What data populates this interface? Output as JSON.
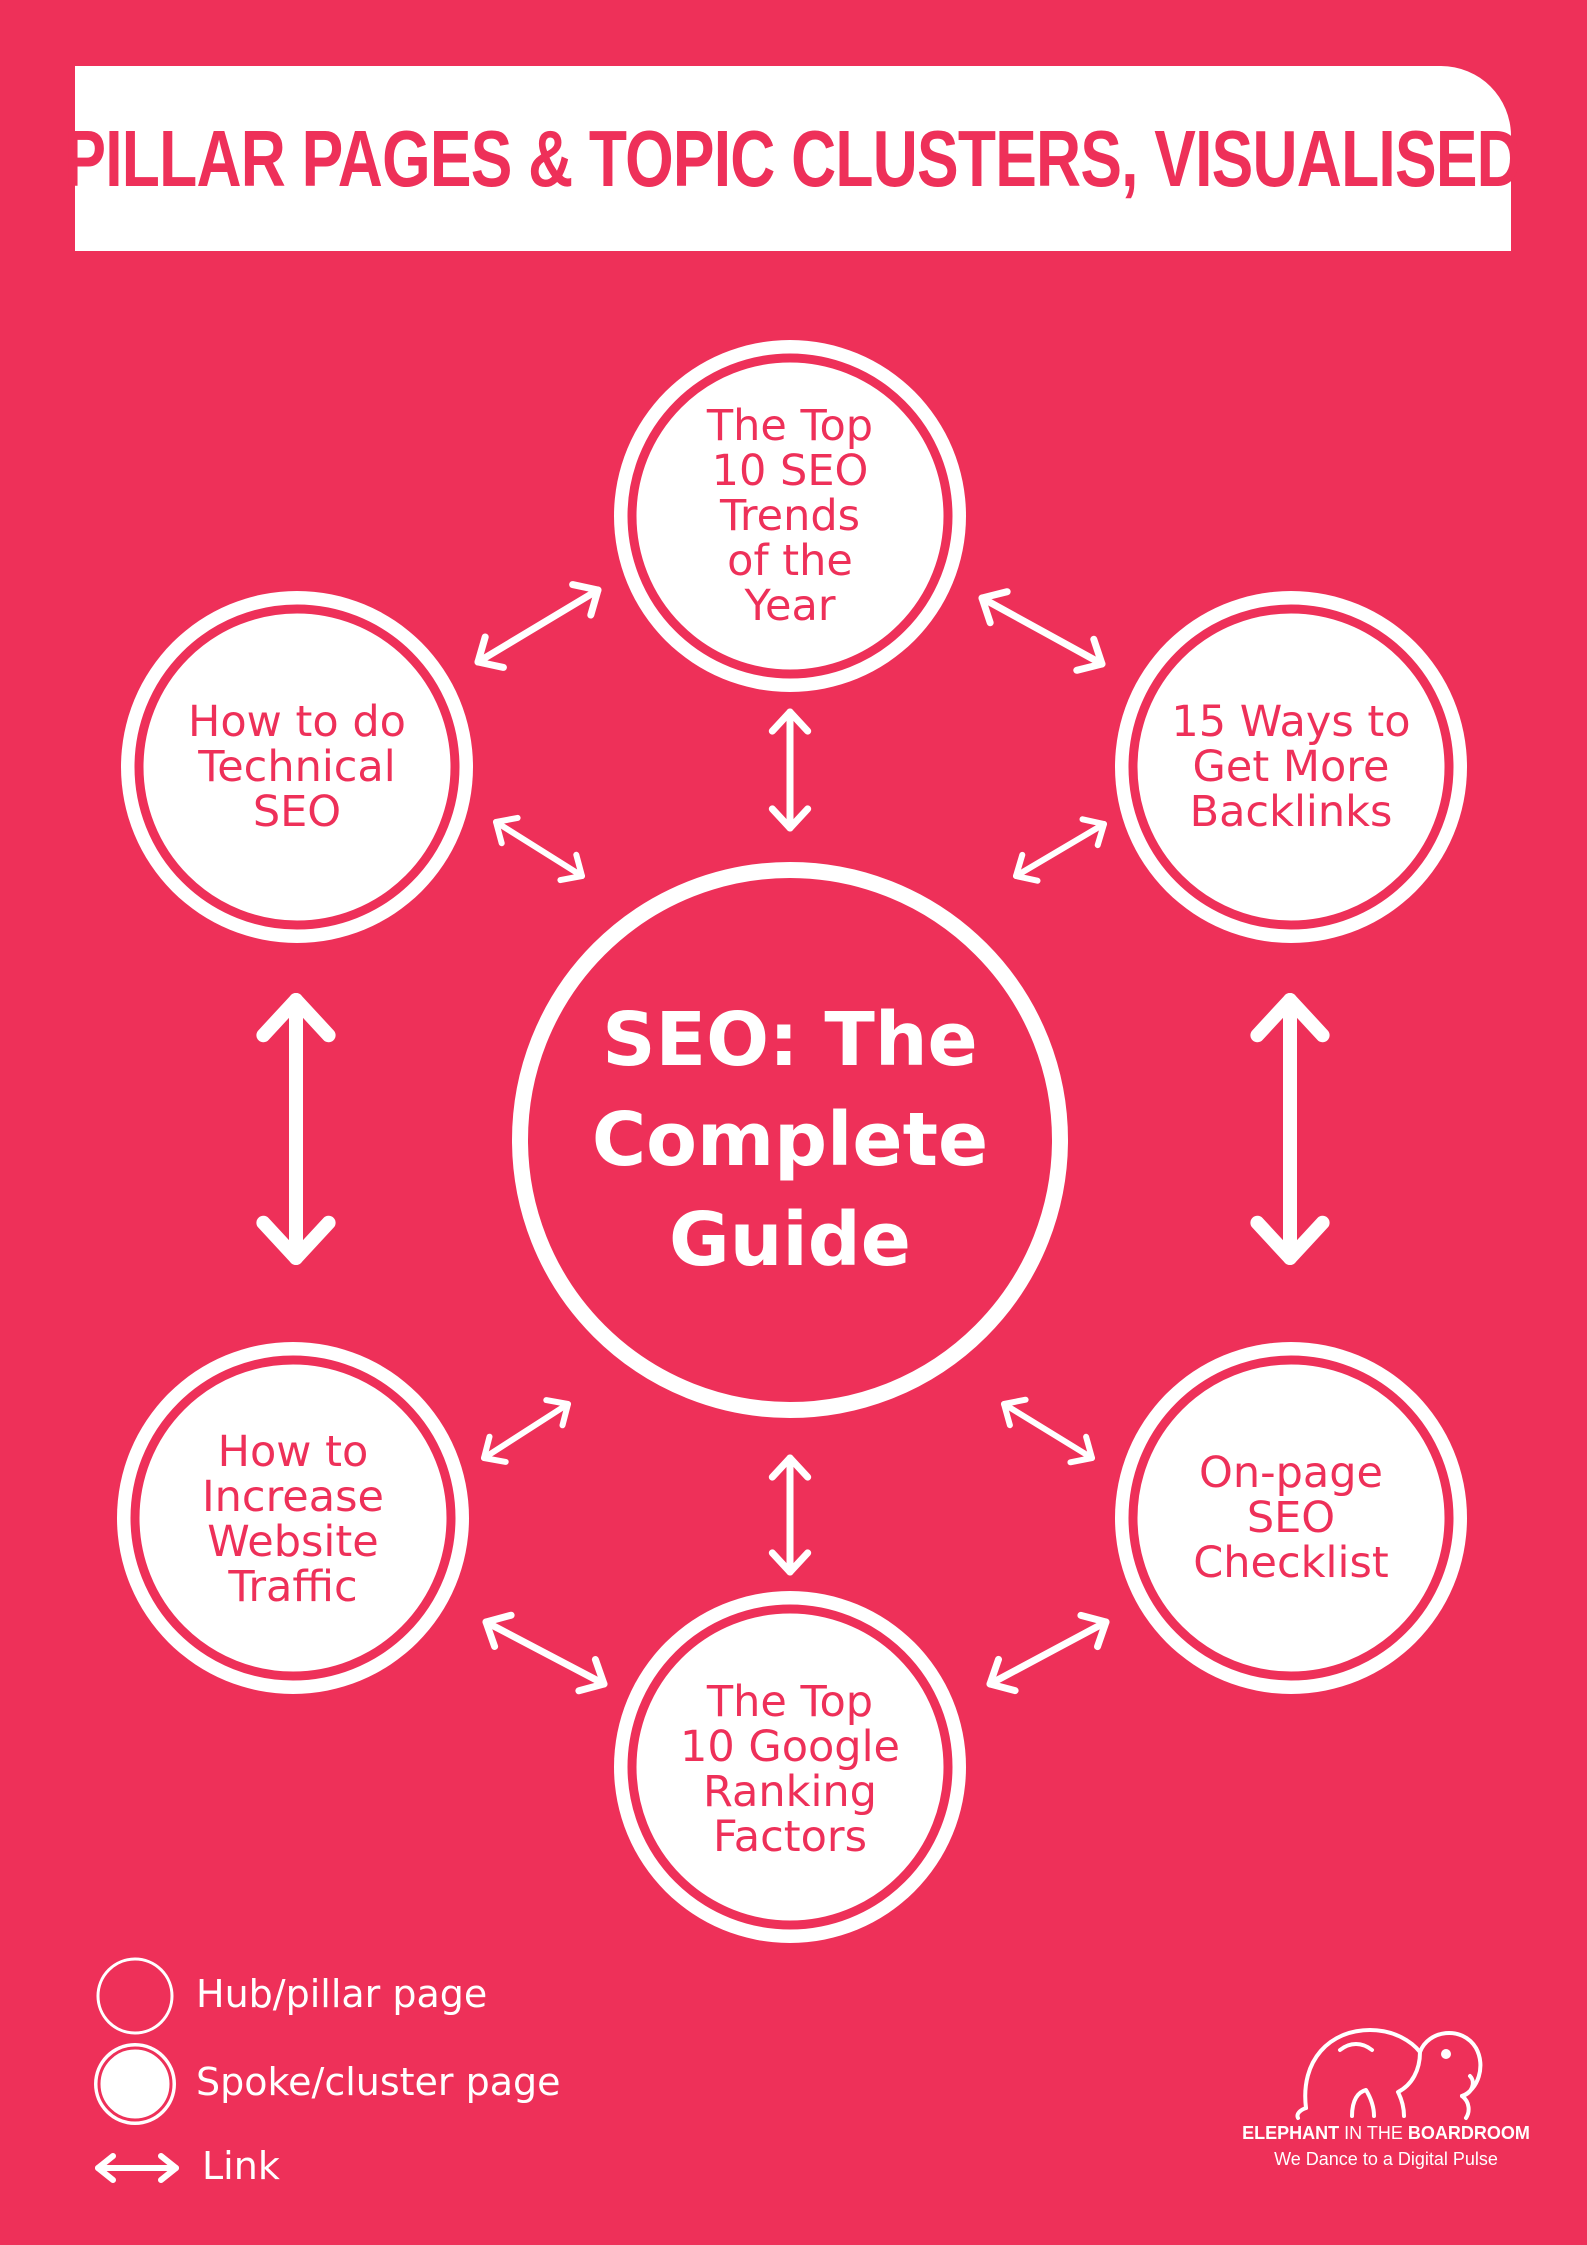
{
  "title": "PILLAR PAGES & TOPIC CLUSTERS, VISUALISED",
  "hub": {
    "label": "SEO: The\nComplete\nGuide"
  },
  "spokes": [
    {
      "id": "top",
      "label": "The Top\n10 SEO\nTrends\nof the\nYear"
    },
    {
      "id": "top-right",
      "label": "15 Ways to\nGet More\nBacklinks"
    },
    {
      "id": "bottom-right",
      "label": "On-page\nSEO\nChecklist"
    },
    {
      "id": "bottom",
      "label": "The Top\n10 Google\nRanking\nFactors"
    },
    {
      "id": "bottom-left",
      "label": "How to\nIncrease\nWebsite\nTraffic"
    },
    {
      "id": "top-left",
      "label": "How to do\nTechnical\nSEO"
    }
  ],
  "legend": {
    "hub_label": "Hub/pillar page",
    "spoke_label": "Spoke/cluster page",
    "link_label": "Link"
  },
  "brand": {
    "name_bold_1": "ELEPHANT",
    "name_regular": " IN THE ",
    "name_bold_2": "BOARDROOM",
    "tagline": "We Dance to a Digital Pulse"
  },
  "colors": {
    "background": "#ee3059",
    "foreground": "#ffffff"
  },
  "icons": [
    "double-arrow-icon",
    "elephant-logo-icon"
  ]
}
